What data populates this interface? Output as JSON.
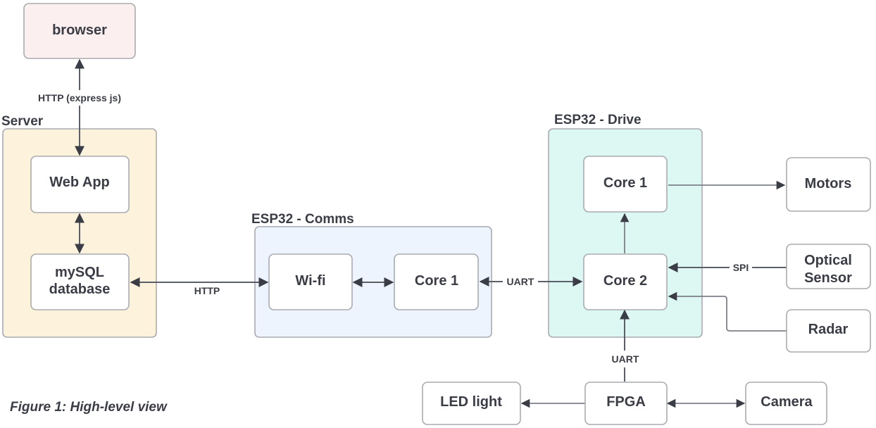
{
  "colors": {
    "browser_fill": "#fcefef",
    "server_fill": "#fdf2dc",
    "comms_fill": "#edf4fe",
    "drive_fill": "#ddf7f3",
    "node_fill": "#ffffff",
    "stroke": "#a9abb0",
    "edge": "#5b5f67",
    "text": "#3a3d45"
  },
  "groups": {
    "server": {
      "title": "Server"
    },
    "comms": {
      "title": "ESP32 - Comms"
    },
    "drive": {
      "title": "ESP32 - Drive"
    }
  },
  "nodes": {
    "browser": {
      "label": "browser"
    },
    "web_app": {
      "label": "Web App"
    },
    "mysql": {
      "label_line1": "mySQL",
      "label_line2": "database"
    },
    "wifi": {
      "label": "Wi-fi"
    },
    "comms_core1": {
      "label": "Core 1"
    },
    "drive_core1": {
      "label": "Core 1"
    },
    "drive_core2": {
      "label": "Core 2"
    },
    "motors": {
      "label": "Motors"
    },
    "optical": {
      "label_line1": "Optical",
      "label_line2": "Sensor"
    },
    "radar": {
      "label": "Radar"
    },
    "fpga": {
      "label": "FPGA"
    },
    "led": {
      "label": "LED light"
    },
    "camera": {
      "label": "Camera"
    }
  },
  "edges": {
    "browser_webapp": {
      "label": "HTTP (express js)",
      "direction": "bidirectional"
    },
    "webapp_mysql": {
      "label": "",
      "direction": "bidirectional"
    },
    "mysql_wifi": {
      "label": "HTTP",
      "direction": "bidirectional"
    },
    "wifi_core1": {
      "label": "",
      "direction": "bidirectional"
    },
    "core1_core2": {
      "label": "UART",
      "direction": "bidirectional"
    },
    "core2_core1": {
      "label": "",
      "direction": "to Core 1"
    },
    "core1_motors": {
      "label": "",
      "direction": "to Motors"
    },
    "optical_core2": {
      "label": "SPI",
      "direction": "to Core 2"
    },
    "radar_core2": {
      "label": "",
      "direction": "to Core 2"
    },
    "fpga_core2": {
      "label": "UART",
      "direction": "to Core 2"
    },
    "fpga_led": {
      "label": "",
      "direction": "to LED light"
    },
    "fpga_camera": {
      "label": "",
      "direction": "bidirectional"
    }
  },
  "caption": "Figure 1: High-level view"
}
